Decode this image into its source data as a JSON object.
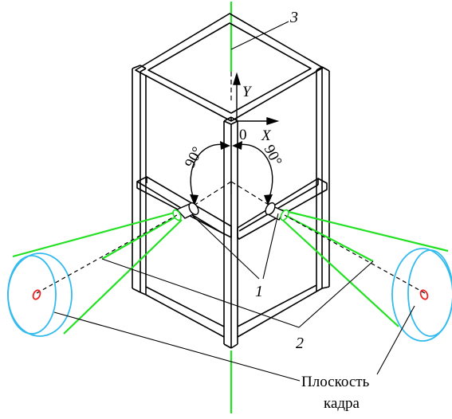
{
  "labels": {
    "one": "1",
    "two": "2",
    "three": "3",
    "axis_y": "Y",
    "axis_x": "X",
    "origin": "0",
    "angle_left": "90°",
    "angle_right": "90°",
    "caption_line1": "Плоскость",
    "caption_line2": "кадра"
  },
  "colors": {
    "frame": "#000000",
    "optical_axis": "#22e022",
    "rays": "#22e022",
    "frame_plane": "#33bbee",
    "focal_point": "#ee2222"
  }
}
